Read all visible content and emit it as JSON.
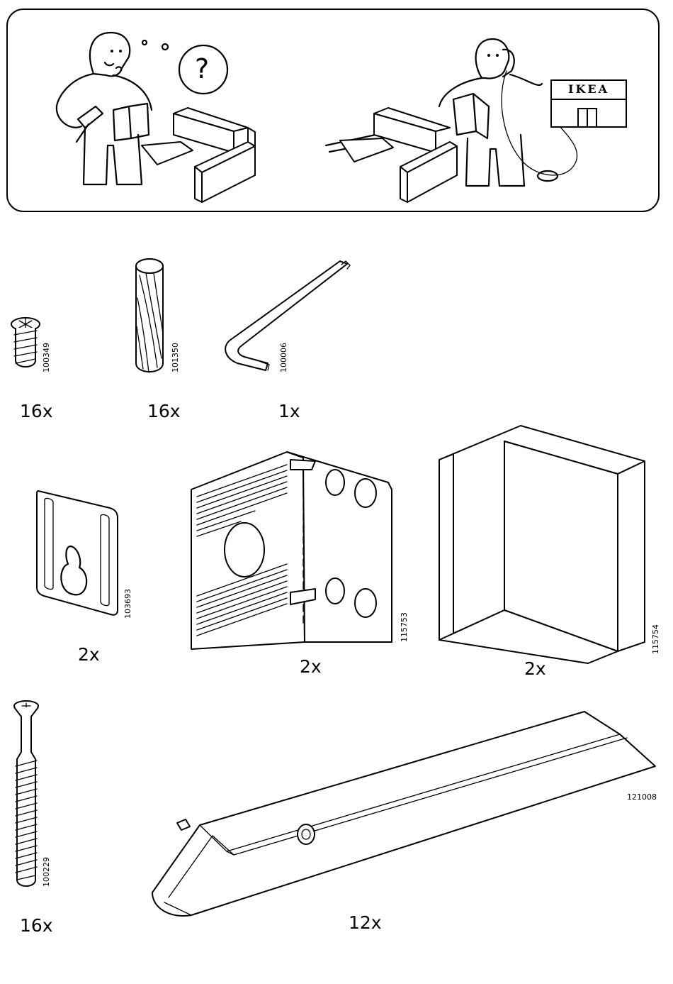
{
  "banner": {
    "store_sign": "IKEA",
    "question_mark": "?"
  },
  "parts": [
    {
      "code": "100349",
      "qty": "16x",
      "icon": "screw-icon"
    },
    {
      "code": "101350",
      "qty": "16x",
      "icon": "dowel-icon"
    },
    {
      "code": "100006",
      "qty": "1x",
      "icon": "allen-key-icon"
    },
    {
      "code": "103693",
      "qty": "2x",
      "icon": "wall-plate-icon"
    },
    {
      "code": "115753",
      "qty": "2x",
      "icon": "angle-bracket-icon"
    },
    {
      "code": "115754",
      "qty": "2x",
      "icon": "corner-block-icon"
    },
    {
      "code": "100229",
      "qty": "16x",
      "icon": "long-screw-icon"
    },
    {
      "code": "121008",
      "qty": "12x",
      "icon": "rail-icon"
    }
  ]
}
